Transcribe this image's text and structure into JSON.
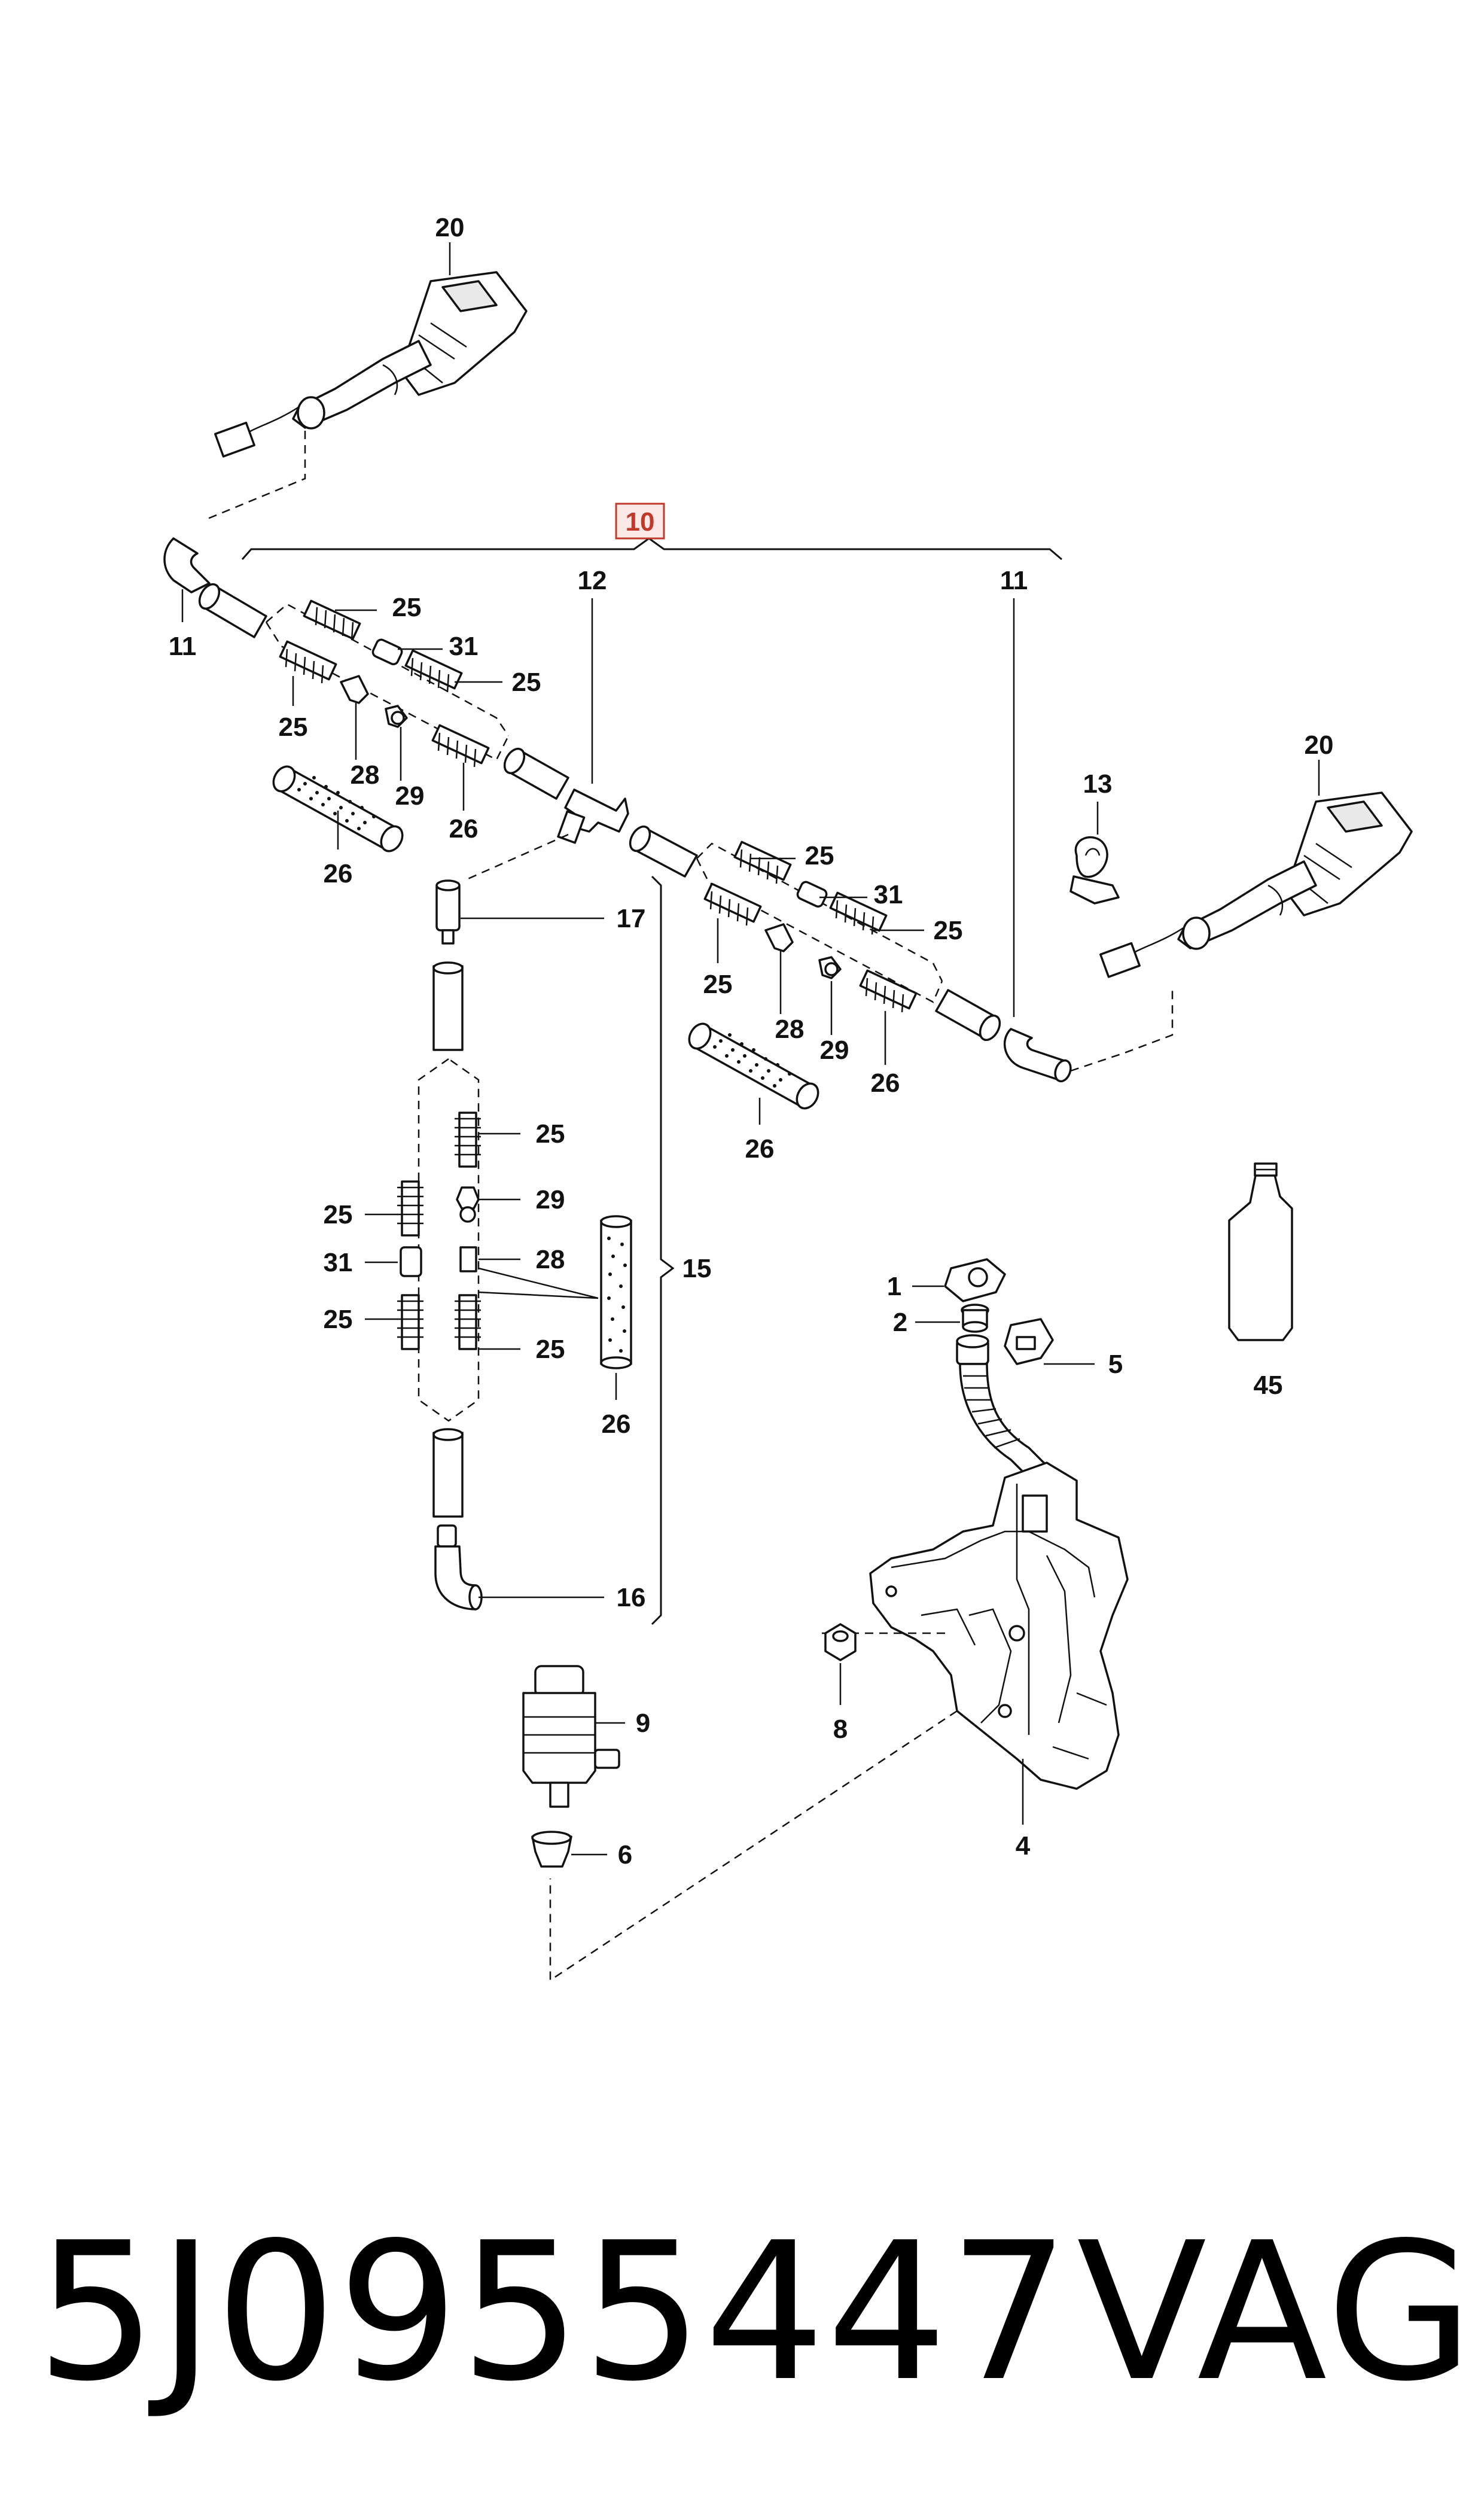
{
  "diagram": {
    "callouts": {
      "c20a": "20",
      "c10": "10",
      "c12": "12",
      "c11a": "11",
      "c11b": "11",
      "c25a": "25",
      "c31a": "31",
      "c25b": "25",
      "c25c": "25",
      "c28a": "28",
      "c29a": "29",
      "c26a": "26",
      "c26b": "26",
      "c20b": "20",
      "c13": "13",
      "c25d": "25",
      "c31b": "31",
      "c25e": "25",
      "c25f": "25",
      "c28b": "28",
      "c29b": "29",
      "c26c": "26",
      "c26d": "26",
      "c17": "17",
      "c25g": "25",
      "c29c": "29",
      "c25h": "25",
      "c31c": "31",
      "c28c": "28",
      "c25i": "25",
      "c25j": "25",
      "c15": "15",
      "c26e": "26",
      "c16": "16",
      "c1": "1",
      "c2": "2",
      "c5": "5",
      "c45": "45",
      "c8": "8",
      "c9": "9",
      "c6": "6",
      "c4": "4"
    },
    "highlight_color": "#c0392b"
  },
  "caption": {
    "part_number": "5J0955447",
    "brand": "VAG"
  }
}
